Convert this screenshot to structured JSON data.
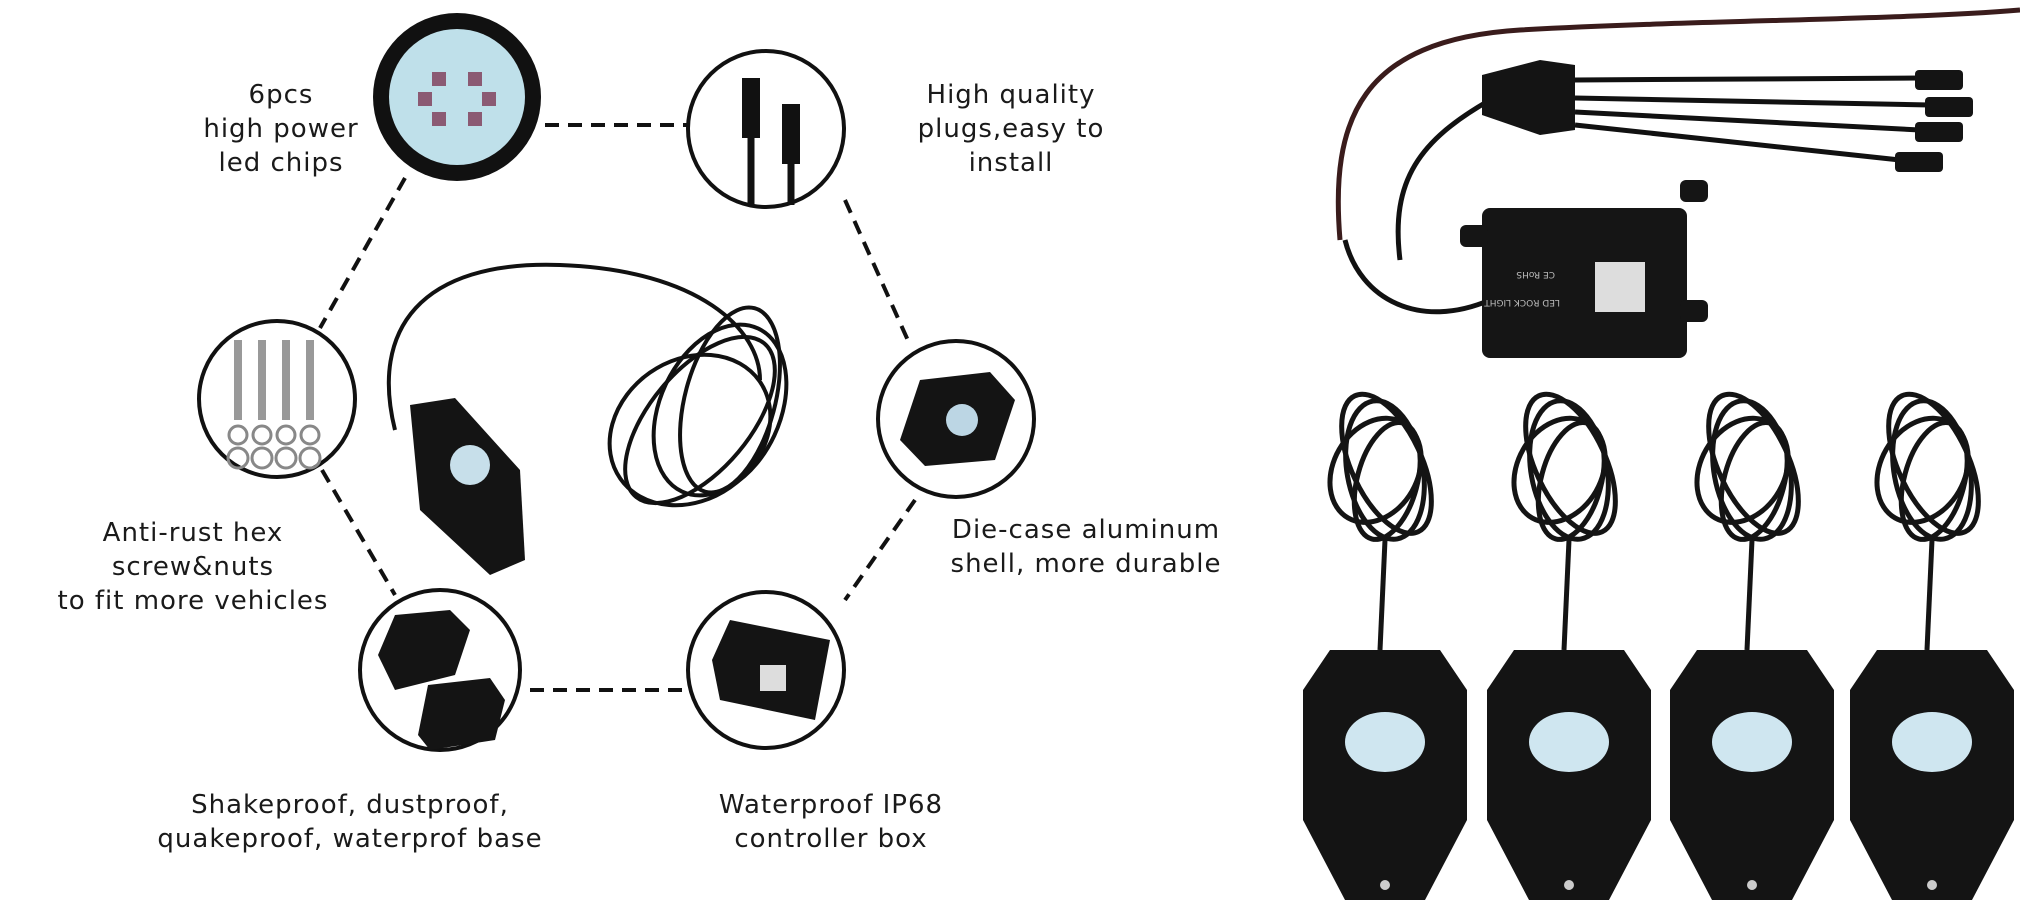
{
  "features": [
    {
      "lines": [
        "6pcs",
        "high power",
        "led chips"
      ],
      "icon": "led-chip-closeup-icon"
    },
    {
      "lines": [
        "High quality",
        "plugs,easy to",
        "install"
      ],
      "icon": "waterproof-plug-icon"
    },
    {
      "lines": [
        "Anti-rust hex",
        "screw&nuts",
        "to fit more vehicles"
      ],
      "icon": "screws-nuts-icon"
    },
    {
      "lines": [
        "Die-case aluminum",
        "shell, more durable"
      ],
      "icon": "aluminum-shell-icon"
    },
    {
      "lines": [
        "Shakeproof, dustproof,",
        "quakeproof, waterprof base"
      ],
      "icon": "mounting-base-icon"
    },
    {
      "lines": [
        "Waterproof IP68",
        "controller box"
      ],
      "icon": "controller-box-icon"
    }
  ],
  "controller": {
    "label": "LED ROCK LIGHT",
    "marks": "CE RoHS"
  },
  "pod_count": 4,
  "colors": {
    "product": "#141414",
    "led": "#cfe6f0",
    "dash": "#111111"
  }
}
